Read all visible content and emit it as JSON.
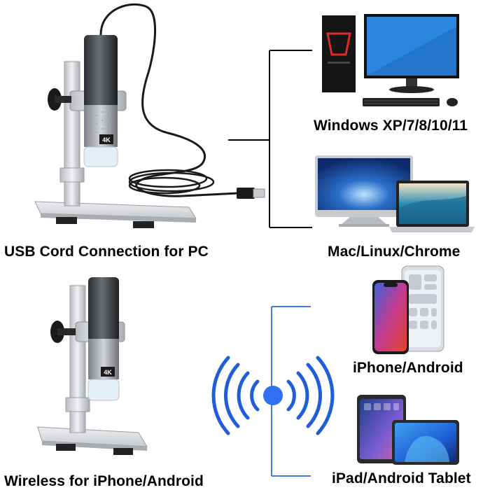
{
  "top": {
    "caption": "USB Cord Connection for PC",
    "targets": [
      {
        "label": "Windows XP/7/8/10/11"
      },
      {
        "label": "Mac/Linux/Chrome"
      }
    ]
  },
  "bottom": {
    "caption": "Wireless for iPhone/Android",
    "targets": [
      {
        "label": "iPhone/Android"
      },
      {
        "label": "iPad/Android Tablet"
      }
    ]
  },
  "microscope": {
    "badge": "4K"
  },
  "colors": {
    "usb_line": "#000000",
    "wireless_line": "#3b7de0",
    "wifi_wave": "#1f5ed8",
    "wifi_dot": "#2f6ff0",
    "screen_blue": "#2b86e0"
  }
}
